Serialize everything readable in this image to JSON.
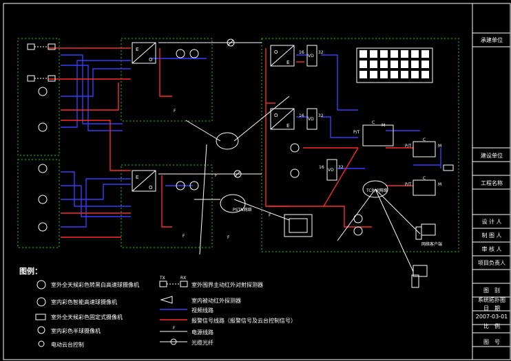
{
  "title_block": {
    "contractor": "承建单位",
    "client": "建设单位",
    "project_name": "工程名称",
    "designer": "设 计 人",
    "drafter": "制 图 人",
    "reviewer": "审 核 人",
    "project_lead": "项目负责人",
    "drawing_type_label": "图　别",
    "drawing_type_value": "系统拓扑图",
    "date_label": "日　期",
    "date_value": "2007-03-01",
    "scale_label": "比　例",
    "drawing_no_label": "图　号"
  },
  "diagram": {
    "network_cloud_1": "TCP/IP网络",
    "network_cloud_2": "PSTN网络",
    "pc_label": "网络客户端",
    "f_labels": [
      "F",
      "F",
      "F",
      "F",
      "F"
    ]
  },
  "legend": {
    "title": "图例：",
    "items": [
      "室外全天候彩色转黑白高速球摄像机",
      "室内彩色智能高速球摄像机",
      "室外全天候彩色固定式摄像机",
      "室内彩色半球摄像机",
      "电动云台控制",
      "室外围界主动红外对射探测器",
      "室内被动红外探测器",
      "视频线路",
      "报警信号线路（报警信号及云台控制信号）",
      "电源线路",
      "光缆光纤"
    ],
    "ir_tx_label": "TX",
    "ir_rx_label": "RX"
  },
  "colors": {
    "video_line": "#3b3bff",
    "alarm_line": "#ff2a2a",
    "power_line": "#ffffff",
    "fiber_line": "#ffffff",
    "zone_border": "#00e000",
    "title_block_line": "#ffffff"
  }
}
